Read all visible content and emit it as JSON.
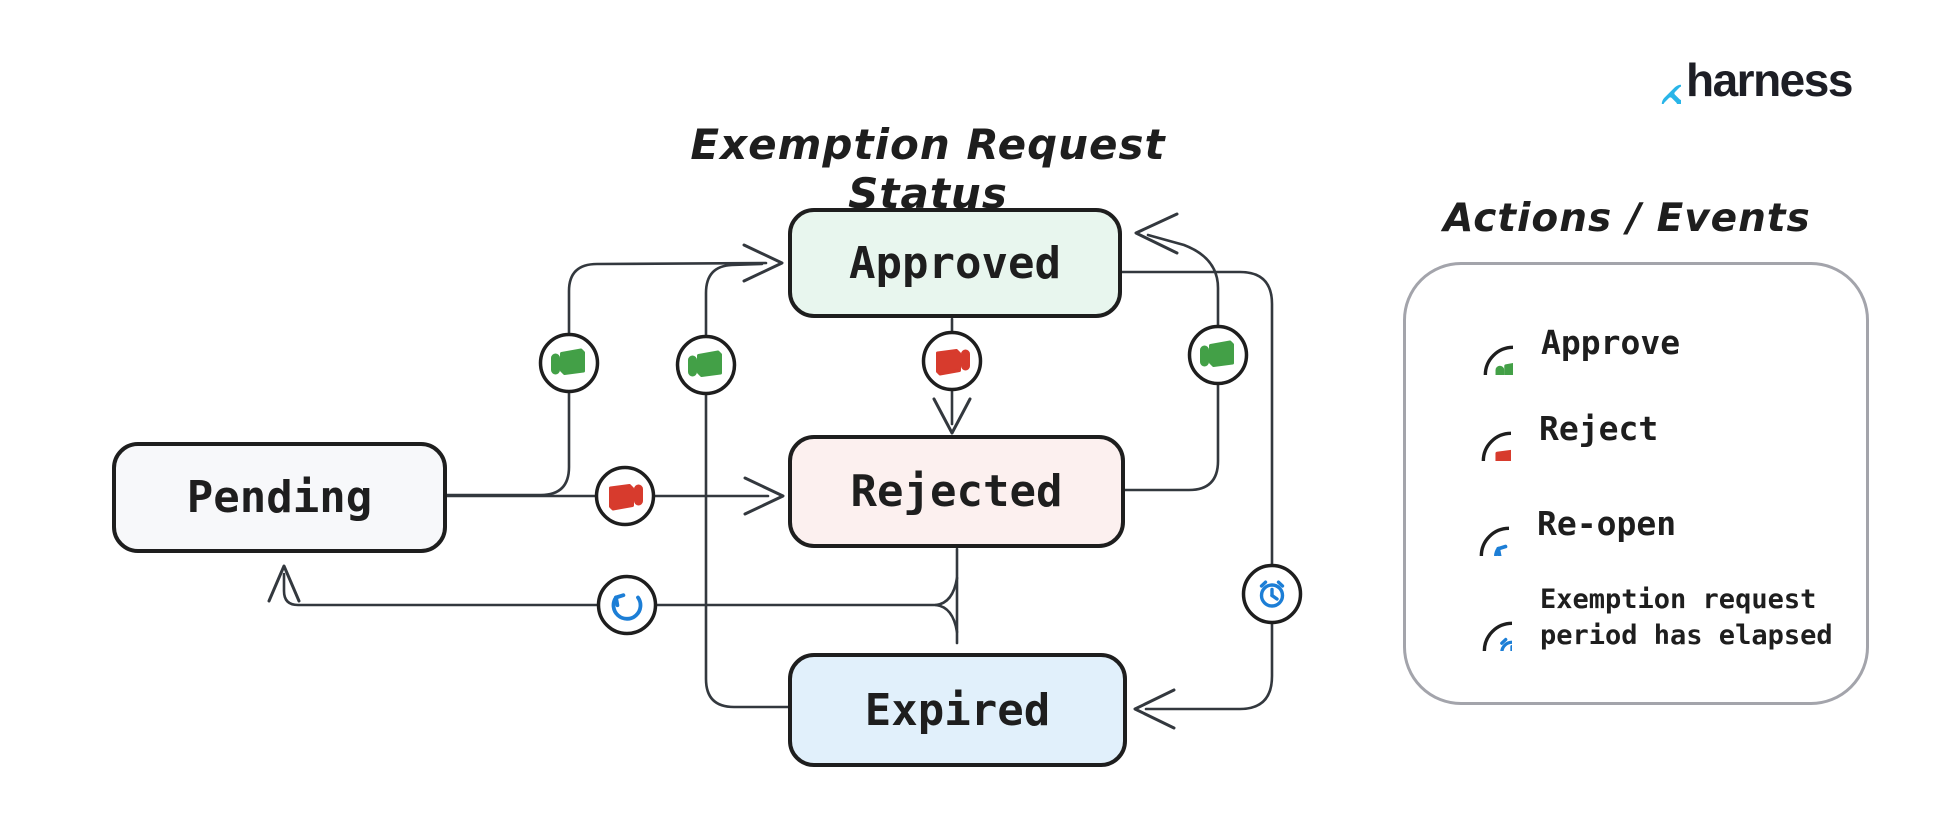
{
  "title": "Exemption Request Status",
  "logo": {
    "brand": "harness"
  },
  "diagram": {
    "states": [
      {
        "id": "pending",
        "label": "Pending",
        "fill": "#f7f8fa"
      },
      {
        "id": "approved",
        "label": "Approved",
        "fill": "#e8f6ee"
      },
      {
        "id": "rejected",
        "label": "Rejected",
        "fill": "#fcf0ef"
      },
      {
        "id": "expired",
        "label": "Expired",
        "fill": "#e1f0fb"
      }
    ],
    "transitions": [
      {
        "from": "Pending",
        "to": "Approved",
        "action": "Approve"
      },
      {
        "from": "Pending",
        "to": "Rejected",
        "action": "Reject"
      },
      {
        "from": "Approved",
        "to": "Rejected",
        "action": "Reject"
      },
      {
        "from": "Rejected",
        "to": "Approved",
        "action": "Approve"
      },
      {
        "from": "Expired",
        "to": "Approved",
        "action": "Approve"
      },
      {
        "from": "Approved",
        "to": "Expired",
        "action": "Exemption request period has elapsed"
      },
      {
        "from": "Rejected",
        "to": "Pending",
        "action": "Re-open"
      },
      {
        "from": "Expired",
        "to": "Pending",
        "action": "Re-open"
      }
    ]
  },
  "legend": {
    "title": "Actions / Events",
    "items": [
      {
        "icon": "thumbs-up-icon",
        "label": "Approve"
      },
      {
        "icon": "thumbs-down-icon",
        "label": "Reject"
      },
      {
        "icon": "reopen-icon",
        "label": "Re-open"
      },
      {
        "icon": "alarm-clock-icon",
        "label": "Exemption request period has elapsed"
      }
    ]
  },
  "colors": {
    "approve_green": "#43a047",
    "reject_red": "#d73b2d",
    "event_blue": "#1c7ed6",
    "ink": "#1e1e1e",
    "line": "#33383e",
    "logo_blue": "#29b5e8"
  }
}
